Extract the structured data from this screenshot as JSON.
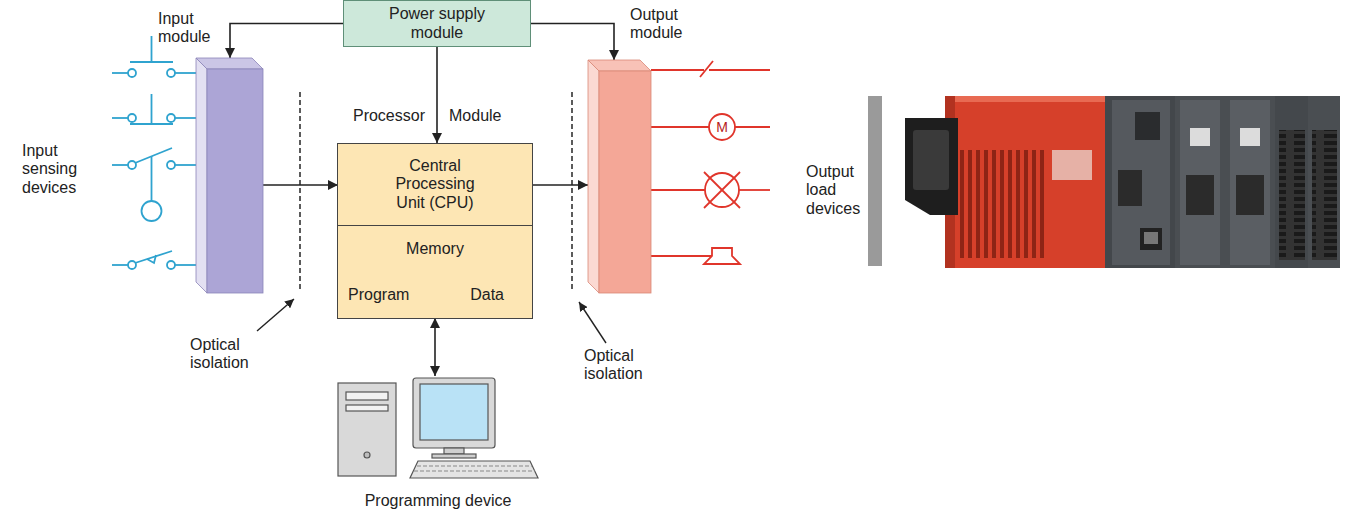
{
  "diagram": {
    "nodes": [
      {
        "text": [
          "Power supply module"
        ]
      },
      {
        "text": [
          "Input module"
        ]
      },
      {
        "text": [
          "Output module"
        ]
      },
      {
        "text": [
          "Processor",
          "Module"
        ]
      },
      {
        "text": [
          "Central Processing Unit (CPU)"
        ],
        "in": 3
      },
      {
        "text": [
          "Memory",
          "Program",
          "Data"
        ],
        "in": 3
      },
      {
        "text": [
          "Programming device"
        ]
      }
    ],
    "edges": [
      {
        "from": 0,
        "to": 1,
        "arrow": "to"
      },
      {
        "from": 0,
        "to": 2,
        "arrow": "to"
      },
      {
        "from": 0,
        "to": 3,
        "arrow": "to"
      },
      {
        "from": 1,
        "to": 4,
        "arrow": "to"
      },
      {
        "from": 4,
        "to": 2,
        "arrow": "to"
      },
      {
        "from": 5,
        "to": 6,
        "arrow": "both"
      }
    ],
    "labels": [
      "Input sensing devices",
      "Output load devices",
      "Optical isolation",
      "Optical isolation",
      "M"
    ]
  }
}
